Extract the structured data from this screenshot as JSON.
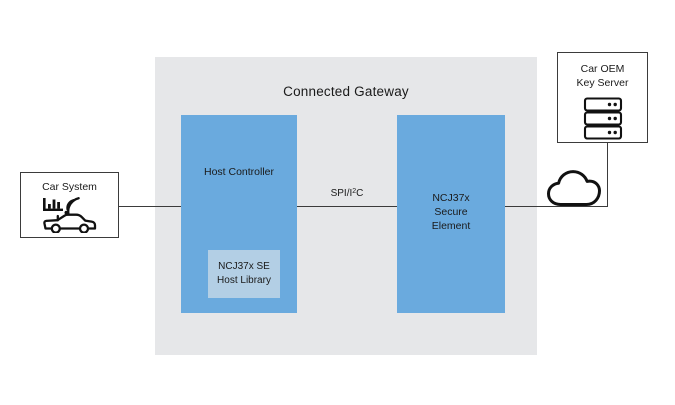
{
  "diagram": {
    "gateway": {
      "title": "Connected Gateway",
      "blocks": [
        {
          "id": "host-controller",
          "label": "Host Controller",
          "inner": {
            "line1": "NCJ37x SE",
            "line2": "Host Library"
          }
        },
        {
          "id": "secure-element",
          "label_line1": "NCJ37x",
          "label_line2": "Secure",
          "label_line3": "Element"
        }
      ]
    },
    "bus": {
      "label_prefix": "SPI/I",
      "label_sup": "2",
      "label_suffix": "C",
      "label_full": "SPI/I2C"
    },
    "nodes": [
      {
        "id": "car-system",
        "title": "Car System",
        "icon": "connected-car-icon"
      },
      {
        "id": "key-server",
        "title_line1": "Car OEM",
        "title_line2": "Key Server",
        "icon": "server-rack-icon"
      }
    ],
    "cloud": {
      "icon": "cloud-icon"
    },
    "colors": {
      "panel_background": "#e6e7e9",
      "block_blue": "#6aaade",
      "inner_block_blue": "#b3cfe5",
      "line": "#3b3b3b",
      "text": "#1a1a1a",
      "page_background": "#ffffff"
    }
  }
}
